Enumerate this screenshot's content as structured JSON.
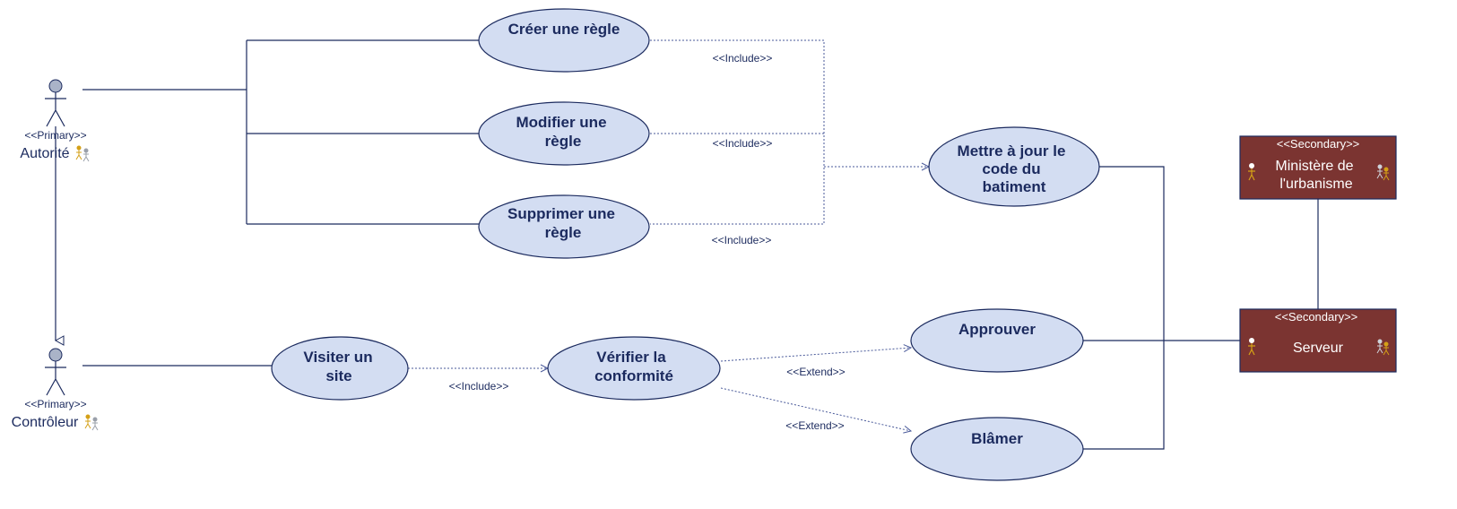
{
  "actors": {
    "autorite": {
      "stereotype": "<<Primary>>",
      "name": "Autorité"
    },
    "controleur": {
      "stereotype": "<<Primary>>",
      "name": "Contrôleur"
    }
  },
  "secondary": {
    "ministere": {
      "stereotype": "<<Secondary>>",
      "name_line1": "Ministère de",
      "name_line2": "l'urbanisme"
    },
    "serveur": {
      "stereotype": "<<Secondary>>",
      "name": "Serveur"
    }
  },
  "use_cases": {
    "creer": {
      "line1": "Créer une règle"
    },
    "modifier": {
      "line1": "Modifier une",
      "line2": "règle"
    },
    "supprimer": {
      "line1": "Supprimer une",
      "line2": "règle"
    },
    "mettre": {
      "line1": "Mettre à jour le",
      "line2": "code du",
      "line3": "batiment"
    },
    "visiter": {
      "line1": "Visiter un",
      "line2": "site"
    },
    "verifier": {
      "line1": "Vérifier la",
      "line2": "conformité"
    },
    "approuver": {
      "line1": "Approuver"
    },
    "blamer": {
      "line1": "Blâmer"
    }
  },
  "relations": {
    "include_creer": "<<Include>>",
    "include_modifier": "<<Include>>",
    "include_supprimer": "<<Include>>",
    "include_visiter": "<<Include>>",
    "extend_approuver": "<<Extend>>",
    "extend_blamer": "<<Extend>>"
  },
  "colors": {
    "line": "#1b2a5e",
    "usecase_fill": "#d3ddf2",
    "secondary_fill": "#7b3431",
    "actor_icon": "#d4a017"
  },
  "icons": {
    "actor_badge": "actor-pair-icon",
    "stick_figure": "stick-figure-icon"
  }
}
